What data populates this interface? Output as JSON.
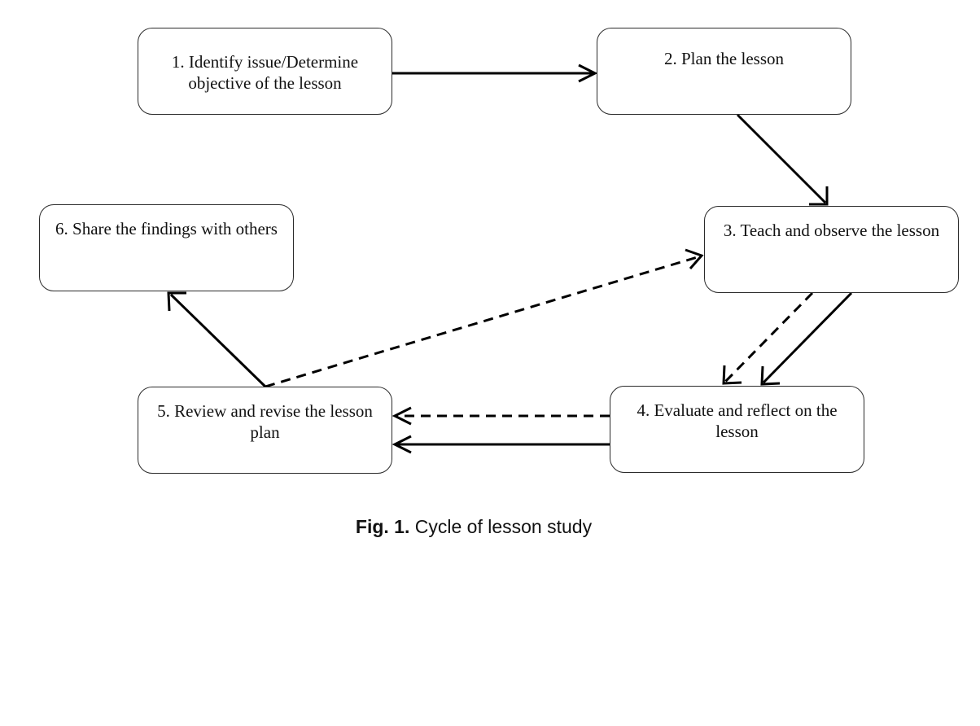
{
  "diagram": {
    "nodes": [
      {
        "id": "n1",
        "label": "1. Identify issue/Determine objective of the lesson"
      },
      {
        "id": "n2",
        "label": "2. Plan the lesson"
      },
      {
        "id": "n3",
        "label": "3. Teach and observe the lesson"
      },
      {
        "id": "n4",
        "label": "4. Evaluate and reflect on the lesson"
      },
      {
        "id": "n5",
        "label": "5. Review and revise the lesson plan"
      },
      {
        "id": "n6",
        "label": "6. Share the findings with others"
      }
    ],
    "edges": [
      {
        "from": "n1",
        "to": "n2",
        "style": "solid"
      },
      {
        "from": "n2",
        "to": "n3",
        "style": "solid"
      },
      {
        "from": "n3",
        "to": "n4",
        "style": "solid"
      },
      {
        "from": "n3",
        "to": "n4",
        "style": "dashed"
      },
      {
        "from": "n4",
        "to": "n5",
        "style": "solid"
      },
      {
        "from": "n4",
        "to": "n5",
        "style": "dashed"
      },
      {
        "from": "n5",
        "to": "n6",
        "style": "solid"
      },
      {
        "from": "n5",
        "to": "n3",
        "style": "dashed"
      }
    ]
  },
  "caption": {
    "prefix": "Fig. 1.",
    "text": "Cycle of lesson study"
  }
}
